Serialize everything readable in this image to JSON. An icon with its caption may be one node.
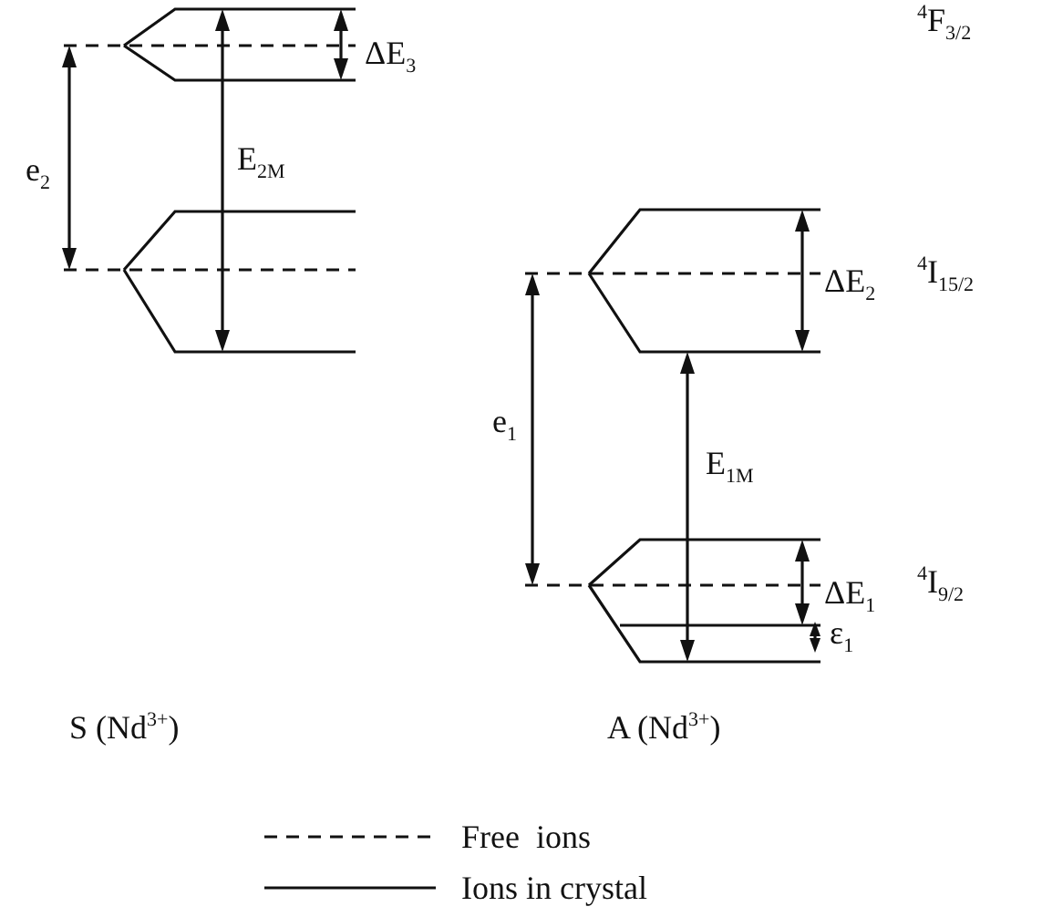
{
  "diagram": {
    "labels": [
      "ΔE$_{3}$",
      "$^{4}$F$_{3/2}$",
      "e$_{2}$",
      "E$_{2M}$",
      "$^{4}$I$_{15/2}$",
      "ΔE$_{2}$",
      "e$_{1}$",
      "E$_{1M}$",
      "ΔE$_{1}$",
      "$^{4}$I$_{9/2}$",
      "ε$_{1}$",
      "S (Nd$^{3+}$)",
      "A (Nd$^{3+}$)"
    ],
    "legend": [
      {
        "text": "Free  ions"
      },
      {
        "text": "Ions in crystal"
      }
    ]
  }
}
